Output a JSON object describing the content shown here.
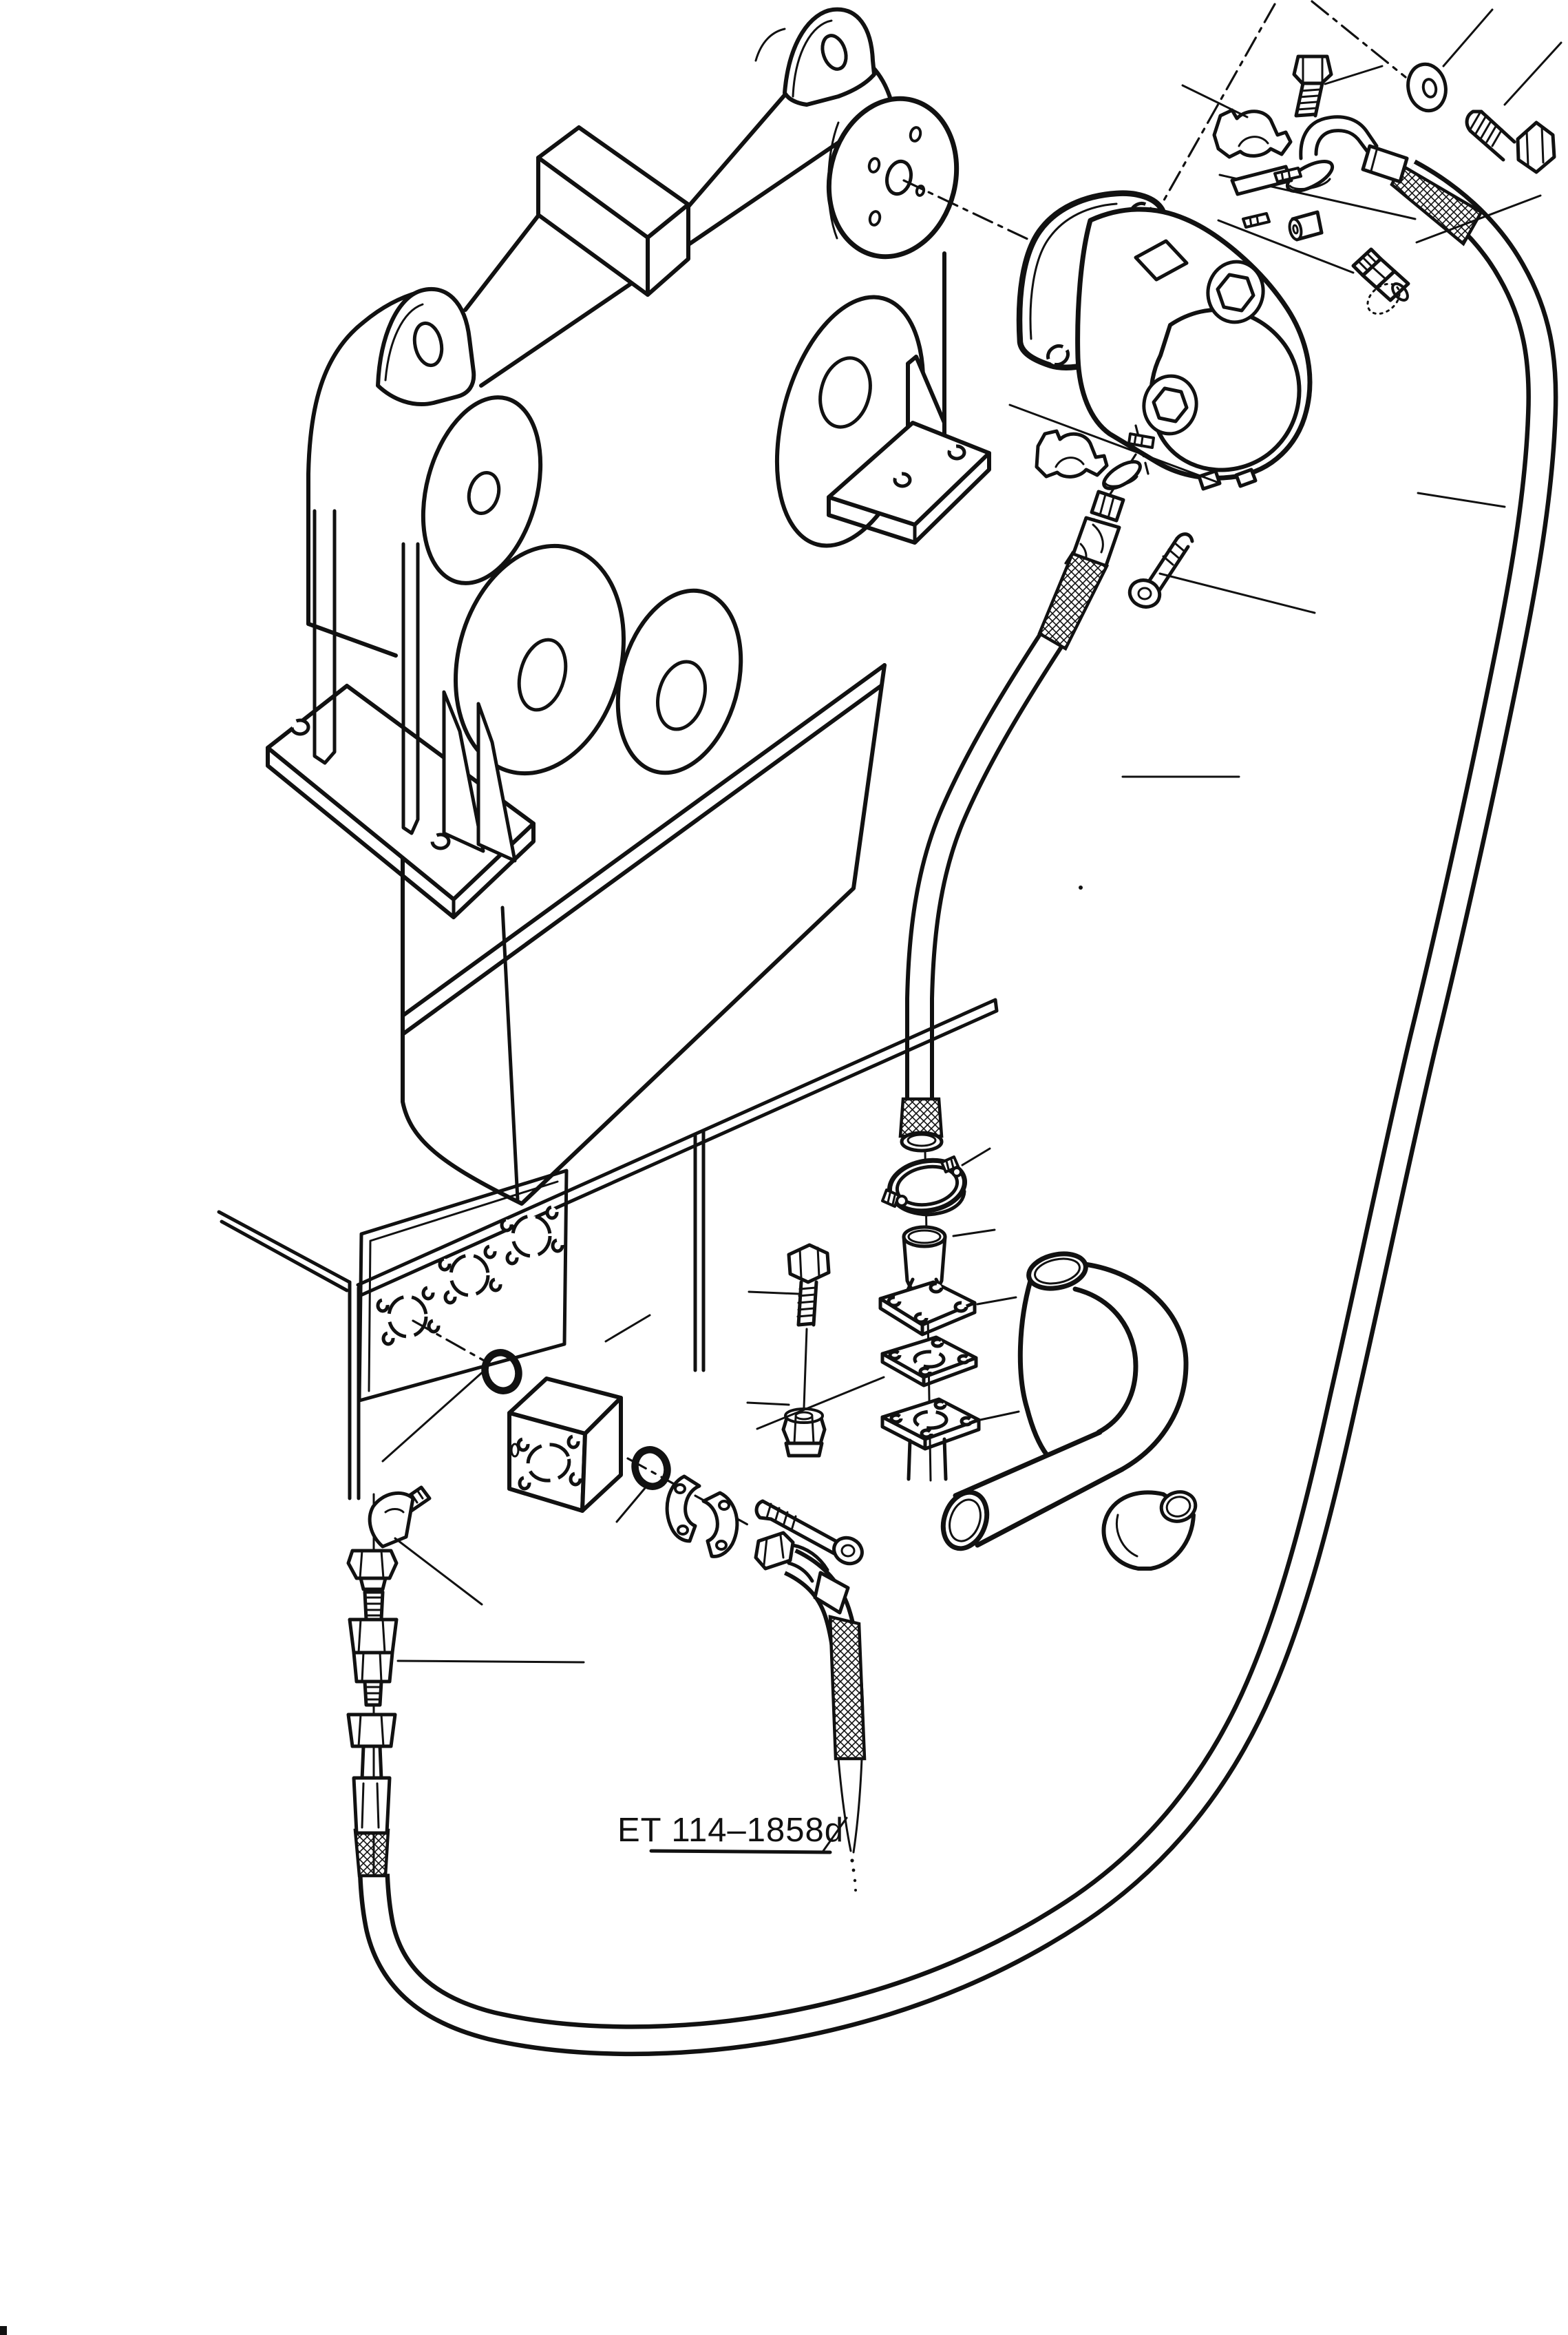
{
  "figure": {
    "label": "ET 114–1858d",
    "ink_color": "#111111",
    "paper_color": "#ffffff",
    "parts": [
      "gearbox-housing",
      "lifting-lug",
      "output-flange-disc",
      "base-flange",
      "oil-pan",
      "mounting-bracket",
      "hydraulic-pump",
      "pump-mounting-flange",
      "hex-bolt",
      "flat-washer",
      "pipe-clamp-half",
      "spring-pin",
      "elbow-hose-fitting",
      "hose-ferrule",
      "plug-fitting",
      "hydraulic-hose-main",
      "hydraulic-hose-middle",
      "hose-clamp-band",
      "pipe-spigot",
      "flange-plate",
      "gasket-plate",
      "elbow-pipe",
      "hex-nut",
      "adapter-block",
      "o-ring",
      "split-flange-half",
      "socket-head-screw",
      "union-adapter",
      "swivel-nut",
      "wall-panel"
    ]
  }
}
